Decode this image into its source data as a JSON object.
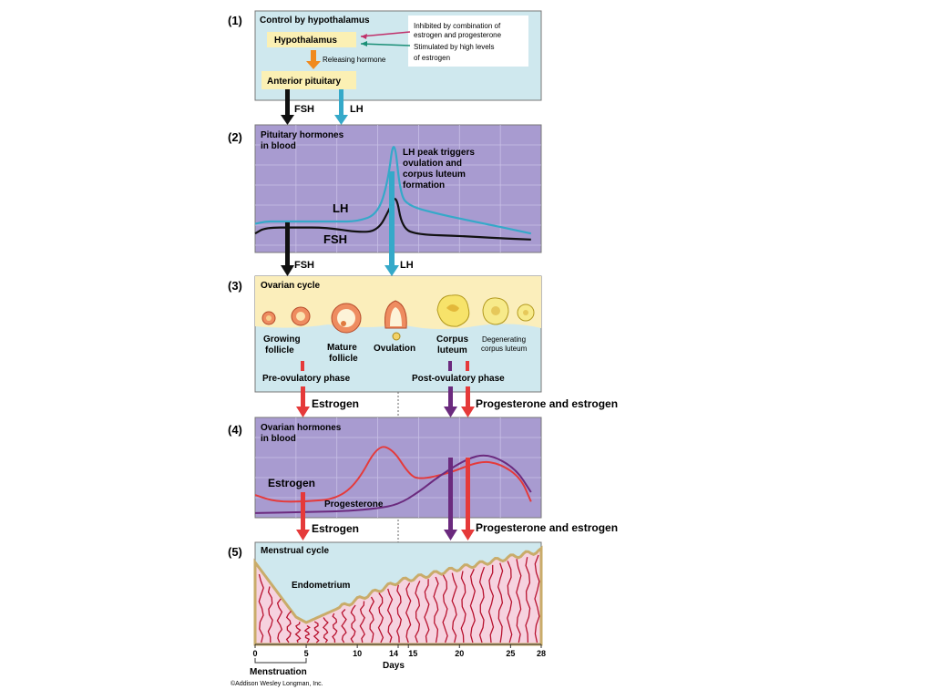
{
  "colors": {
    "panel_teal": "#cfe8ee",
    "panel_purple": "#a89bd0",
    "panel_yellow": "#fbeebb",
    "box_yellow": "#fbf0b4",
    "lh_color": "#35a9c9",
    "fsh_color": "#111111",
    "estrogen_color": "#e53a3a",
    "progesterone_color": "#6b2a7e",
    "stimulated_arrow": "#1a8f77",
    "inhibited_arrow": "#c0306a",
    "releasing_arrow": "#f08a1e",
    "endometrium_pink": "#f6d2df",
    "vessel_color": "#b8122f",
    "gland_tan": "#c9ac6a"
  },
  "panel1": {
    "number": "(1)",
    "title": "Control by hypothalamus",
    "hypothalamus": "Hypothalamus",
    "releasing": "Releasing hormone",
    "anterior_pituitary": "Anterior pituitary",
    "inhibited_line1": "Inhibited by combination of",
    "inhibited_line2": "estrogen and progesterone",
    "stimulated_line1": "Stimulated by high levels",
    "stimulated_line2": "of estrogen",
    "fsh": "FSH",
    "lh": "LH"
  },
  "panel2": {
    "number": "(2)",
    "title_line1": "Pituitary hormones",
    "title_line2": "in blood",
    "peak_line1": "LH peak triggers",
    "peak_line2": "ovulation and",
    "peak_line3": "corpus luteum",
    "peak_line4": "formation",
    "lh": "LH",
    "fsh": "FSH",
    "fsh_below": "FSH",
    "lh_below": "LH"
  },
  "panel3": {
    "number": "(3)",
    "title": "Ovarian cycle",
    "growing1": "Growing",
    "growing2": "follicle",
    "mature1": "Mature",
    "mature2": "follicle",
    "ovulation": "Ovulation",
    "corpus1": "Corpus",
    "corpus2": "luteum",
    "degen1": "Degenerating",
    "degen2": "corpus luteum",
    "pre_phase": "Pre-ovulatory phase",
    "post_phase": "Post-ovulatory phase",
    "estrogen": "Estrogen",
    "prog_estrogen": "Progesterone and estrogen"
  },
  "panel4": {
    "number": "(4)",
    "title_line1": "Ovarian hormones",
    "title_line2": "in blood",
    "estrogen": "Estrogen",
    "progesterone": "Progesterone",
    "estrogen_below": "Estrogen",
    "prog_estrogen_below": "Progesterone and estrogen"
  },
  "panel5": {
    "number": "(5)",
    "title": "Menstrual cycle",
    "endometrium": "Endometrium"
  },
  "axis": {
    "ticks": [
      "0",
      "5",
      "10",
      "14",
      "15",
      "20",
      "25",
      "28"
    ],
    "days_label": "Days",
    "menstruation": "Menstruation"
  },
  "copyright": "©Addison Wesley Longman, Inc.",
  "chart_data": {
    "x_domain": [
      0,
      28
    ],
    "lh_curve": [
      [
        0,
        20
      ],
      [
        1,
        22
      ],
      [
        2,
        22
      ],
      [
        4,
        22
      ],
      [
        6,
        22
      ],
      [
        8,
        22
      ],
      [
        10,
        22
      ],
      [
        12,
        28
      ],
      [
        13,
        55
      ],
      [
        13.6,
        95
      ],
      [
        14.2,
        45
      ],
      [
        15,
        35
      ],
      [
        18,
        28
      ],
      [
        22,
        21
      ],
      [
        27,
        12
      ]
    ],
    "fsh_curve": [
      [
        0,
        12
      ],
      [
        1,
        17
      ],
      [
        4,
        17
      ],
      [
        7,
        17
      ],
      [
        10,
        13
      ],
      [
        12,
        14
      ],
      [
        13.2,
        33
      ],
      [
        13.8,
        45
      ],
      [
        14.4,
        16
      ],
      [
        16,
        11
      ],
      [
        20,
        10
      ],
      [
        24,
        8
      ],
      [
        27,
        7
      ]
    ],
    "estrogen_curve": [
      [
        0,
        22
      ],
      [
        2,
        15
      ],
      [
        5,
        15
      ],
      [
        8,
        18
      ],
      [
        10,
        35
      ],
      [
        12,
        75
      ],
      [
        13.5,
        70
      ],
      [
        15,
        45
      ],
      [
        16,
        38
      ],
      [
        19,
        45
      ],
      [
        22,
        58
      ],
      [
        24,
        55
      ],
      [
        26,
        40
      ],
      [
        27,
        15
      ]
    ],
    "progesterone_curve": [
      [
        0,
        3
      ],
      [
        5,
        4
      ],
      [
        9,
        5
      ],
      [
        12,
        8
      ],
      [
        14,
        12
      ],
      [
        16,
        25
      ],
      [
        18,
        42
      ],
      [
        21,
        62
      ],
      [
        23,
        65
      ],
      [
        25.5,
        50
      ],
      [
        27,
        25
      ]
    ]
  }
}
